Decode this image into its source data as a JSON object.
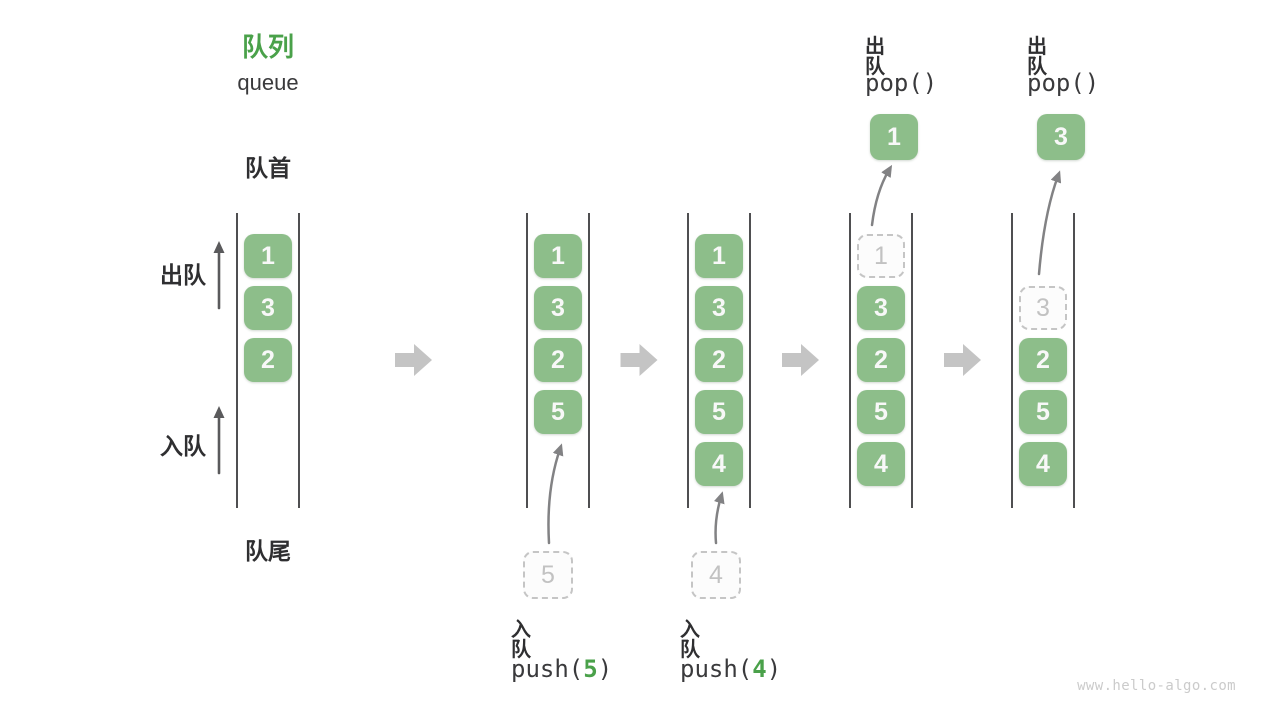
{
  "header": {
    "title_zh": "队列",
    "title_en": "queue"
  },
  "labels": {
    "front": "队首",
    "rear": "队尾",
    "dequeue_side": "出队",
    "enqueue_side": "入队"
  },
  "watermark": "www.hello-algo.com",
  "colors": {
    "accent_green": "#4AA14A",
    "box_green": "#8DBE8A",
    "box_text": "#F8F8F8",
    "dashed_border": "#C5C5C5",
    "dashed_text": "#C2C2C2",
    "channel_line": "#4F4F51",
    "side_arrow": "#5A5A5C",
    "curved_arrow": "#828284",
    "block_arrow": "#C4C4C4",
    "text_dark": "#2F2F31",
    "code_text": "#3A3A3C",
    "watermark_text": "#CBCBCB"
  },
  "diagram": {
    "states": [
      {
        "name": "initial",
        "boxes": [
          {
            "slot": 0,
            "value": "1",
            "variant": "solid"
          },
          {
            "slot": 1,
            "value": "3",
            "variant": "solid"
          },
          {
            "slot": 2,
            "value": "2",
            "variant": "solid"
          }
        ]
      },
      {
        "name": "after-push-5",
        "boxes": [
          {
            "slot": 0,
            "value": "1",
            "variant": "solid"
          },
          {
            "slot": 1,
            "value": "3",
            "variant": "solid"
          },
          {
            "slot": 2,
            "value": "2",
            "variant": "solid"
          },
          {
            "slot": 3,
            "value": "5",
            "variant": "solid"
          }
        ],
        "op": {
          "kind": "push",
          "label": "入队",
          "value": "5",
          "code_before": "push(",
          "code_arg": "5",
          "code_after": ")"
        }
      },
      {
        "name": "after-push-4",
        "boxes": [
          {
            "slot": 0,
            "value": "1",
            "variant": "solid"
          },
          {
            "slot": 1,
            "value": "3",
            "variant": "solid"
          },
          {
            "slot": 2,
            "value": "2",
            "variant": "solid"
          },
          {
            "slot": 3,
            "value": "5",
            "variant": "solid"
          },
          {
            "slot": 4,
            "value": "4",
            "variant": "solid"
          }
        ],
        "op": {
          "kind": "push",
          "label": "入队",
          "value": "4",
          "code_before": "push(",
          "code_arg": "4",
          "code_after": ")"
        }
      },
      {
        "name": "after-pop-1",
        "boxes": [
          {
            "slot": 0,
            "value": "1",
            "variant": "dashed"
          },
          {
            "slot": 1,
            "value": "3",
            "variant": "solid"
          },
          {
            "slot": 2,
            "value": "2",
            "variant": "solid"
          },
          {
            "slot": 3,
            "value": "5",
            "variant": "solid"
          },
          {
            "slot": 4,
            "value": "4",
            "variant": "solid"
          }
        ],
        "op": {
          "kind": "pop",
          "label": "出队",
          "value": "1",
          "code": "pop()"
        }
      },
      {
        "name": "after-pop-3",
        "boxes": [
          {
            "slot": 1,
            "value": "3",
            "variant": "dashed"
          },
          {
            "slot": 2,
            "value": "2",
            "variant": "solid"
          },
          {
            "slot": 3,
            "value": "5",
            "variant": "solid"
          },
          {
            "slot": 4,
            "value": "4",
            "variant": "solid"
          }
        ],
        "op": {
          "kind": "pop",
          "label": "出队",
          "value": "3",
          "code": "pop()"
        }
      }
    ]
  }
}
